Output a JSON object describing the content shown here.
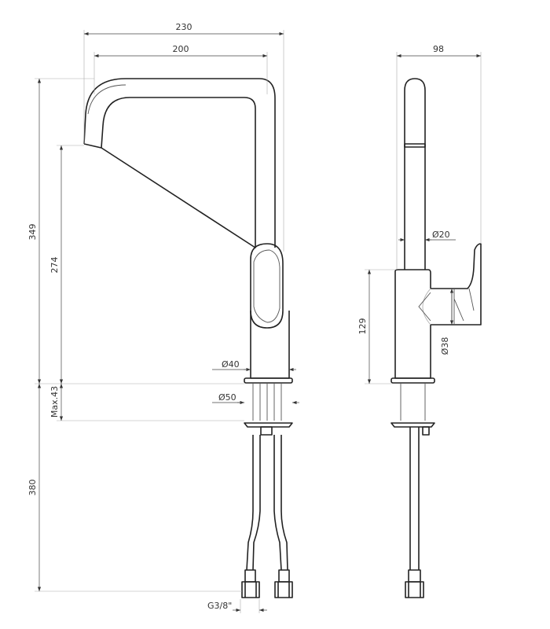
{
  "title": "Kitchen mixer tap dimension drawing",
  "dimensions": {
    "width_overall": "230",
    "spout_reach": "200",
    "side_depth": "98",
    "height_overall": "349",
    "spout_height": "274",
    "spout_diameter": "Ø20",
    "body_height": "129",
    "lever_diameter": "Ø38",
    "body_diameter": "Ø40",
    "base_diameter": "Ø50",
    "max_deck_thickness": "Max.43",
    "hose_length": "380",
    "connection_thread": "G3/8\""
  }
}
